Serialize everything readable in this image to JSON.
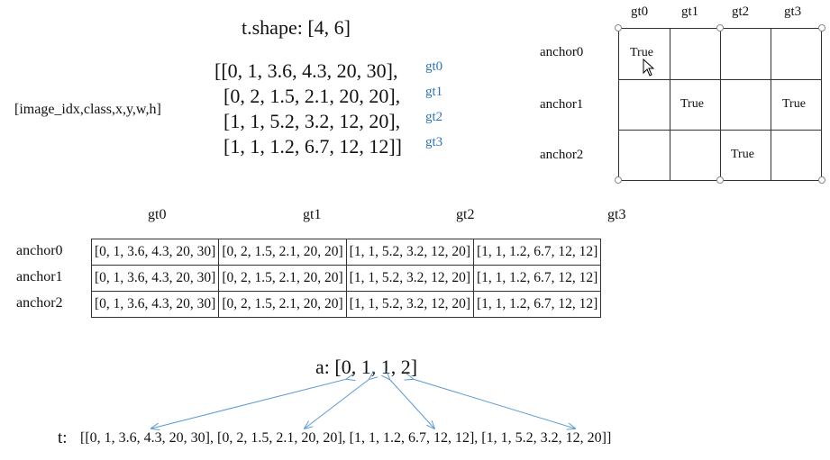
{
  "shape_title": "t.shape: [4, 6]",
  "format_label": "[image_idx,class,x,y,w,h]",
  "gt_rows": [
    {
      "text": "[[0, 1, 3.6, 4.3, 20, 30],",
      "tag": "gt0"
    },
    {
      "text": "[0, 2, 1.5, 2.1, 20, 20],",
      "tag": "gt1"
    },
    {
      "text": "[1, 1, 5.2, 3.2, 12, 20],",
      "tag": "gt2"
    },
    {
      "text": "[1, 1, 1.2, 6.7, 12, 12]]",
      "tag": "gt3"
    }
  ],
  "grid": {
    "columns": [
      "gt0",
      "gt1",
      "gt2",
      "gt3"
    ],
    "rows": [
      "anchor0",
      "anchor1",
      "anchor2"
    ],
    "true_label": "True"
  },
  "matrix": {
    "columns": [
      "gt0",
      "gt1",
      "gt2",
      "gt3"
    ],
    "rows": [
      "anchor0",
      "anchor1",
      "anchor2"
    ],
    "cells": [
      "[0, 1, 3.6, 4.3, 20, 30]",
      "[0, 2, 1.5, 2.1, 20, 20]",
      "[1, 1, 5.2, 3.2, 12, 20]",
      "[1, 1, 1.2, 6.7, 12, 12]"
    ]
  },
  "a_label": "a: [0, 1, 1, 2]",
  "t_label": "t:",
  "t_values": "[[0, 1, 3.6, 4.3, 20, 30],  [0, 2, 1.5, 2.1, 20, 20],  [1, 1, 1.2, 6.7, 12, 12],  [1, 1, 5.2, 3.2, 12, 20]]",
  "colors": {
    "accent": "#2e75b6",
    "arrow": "#5b9bd5"
  }
}
